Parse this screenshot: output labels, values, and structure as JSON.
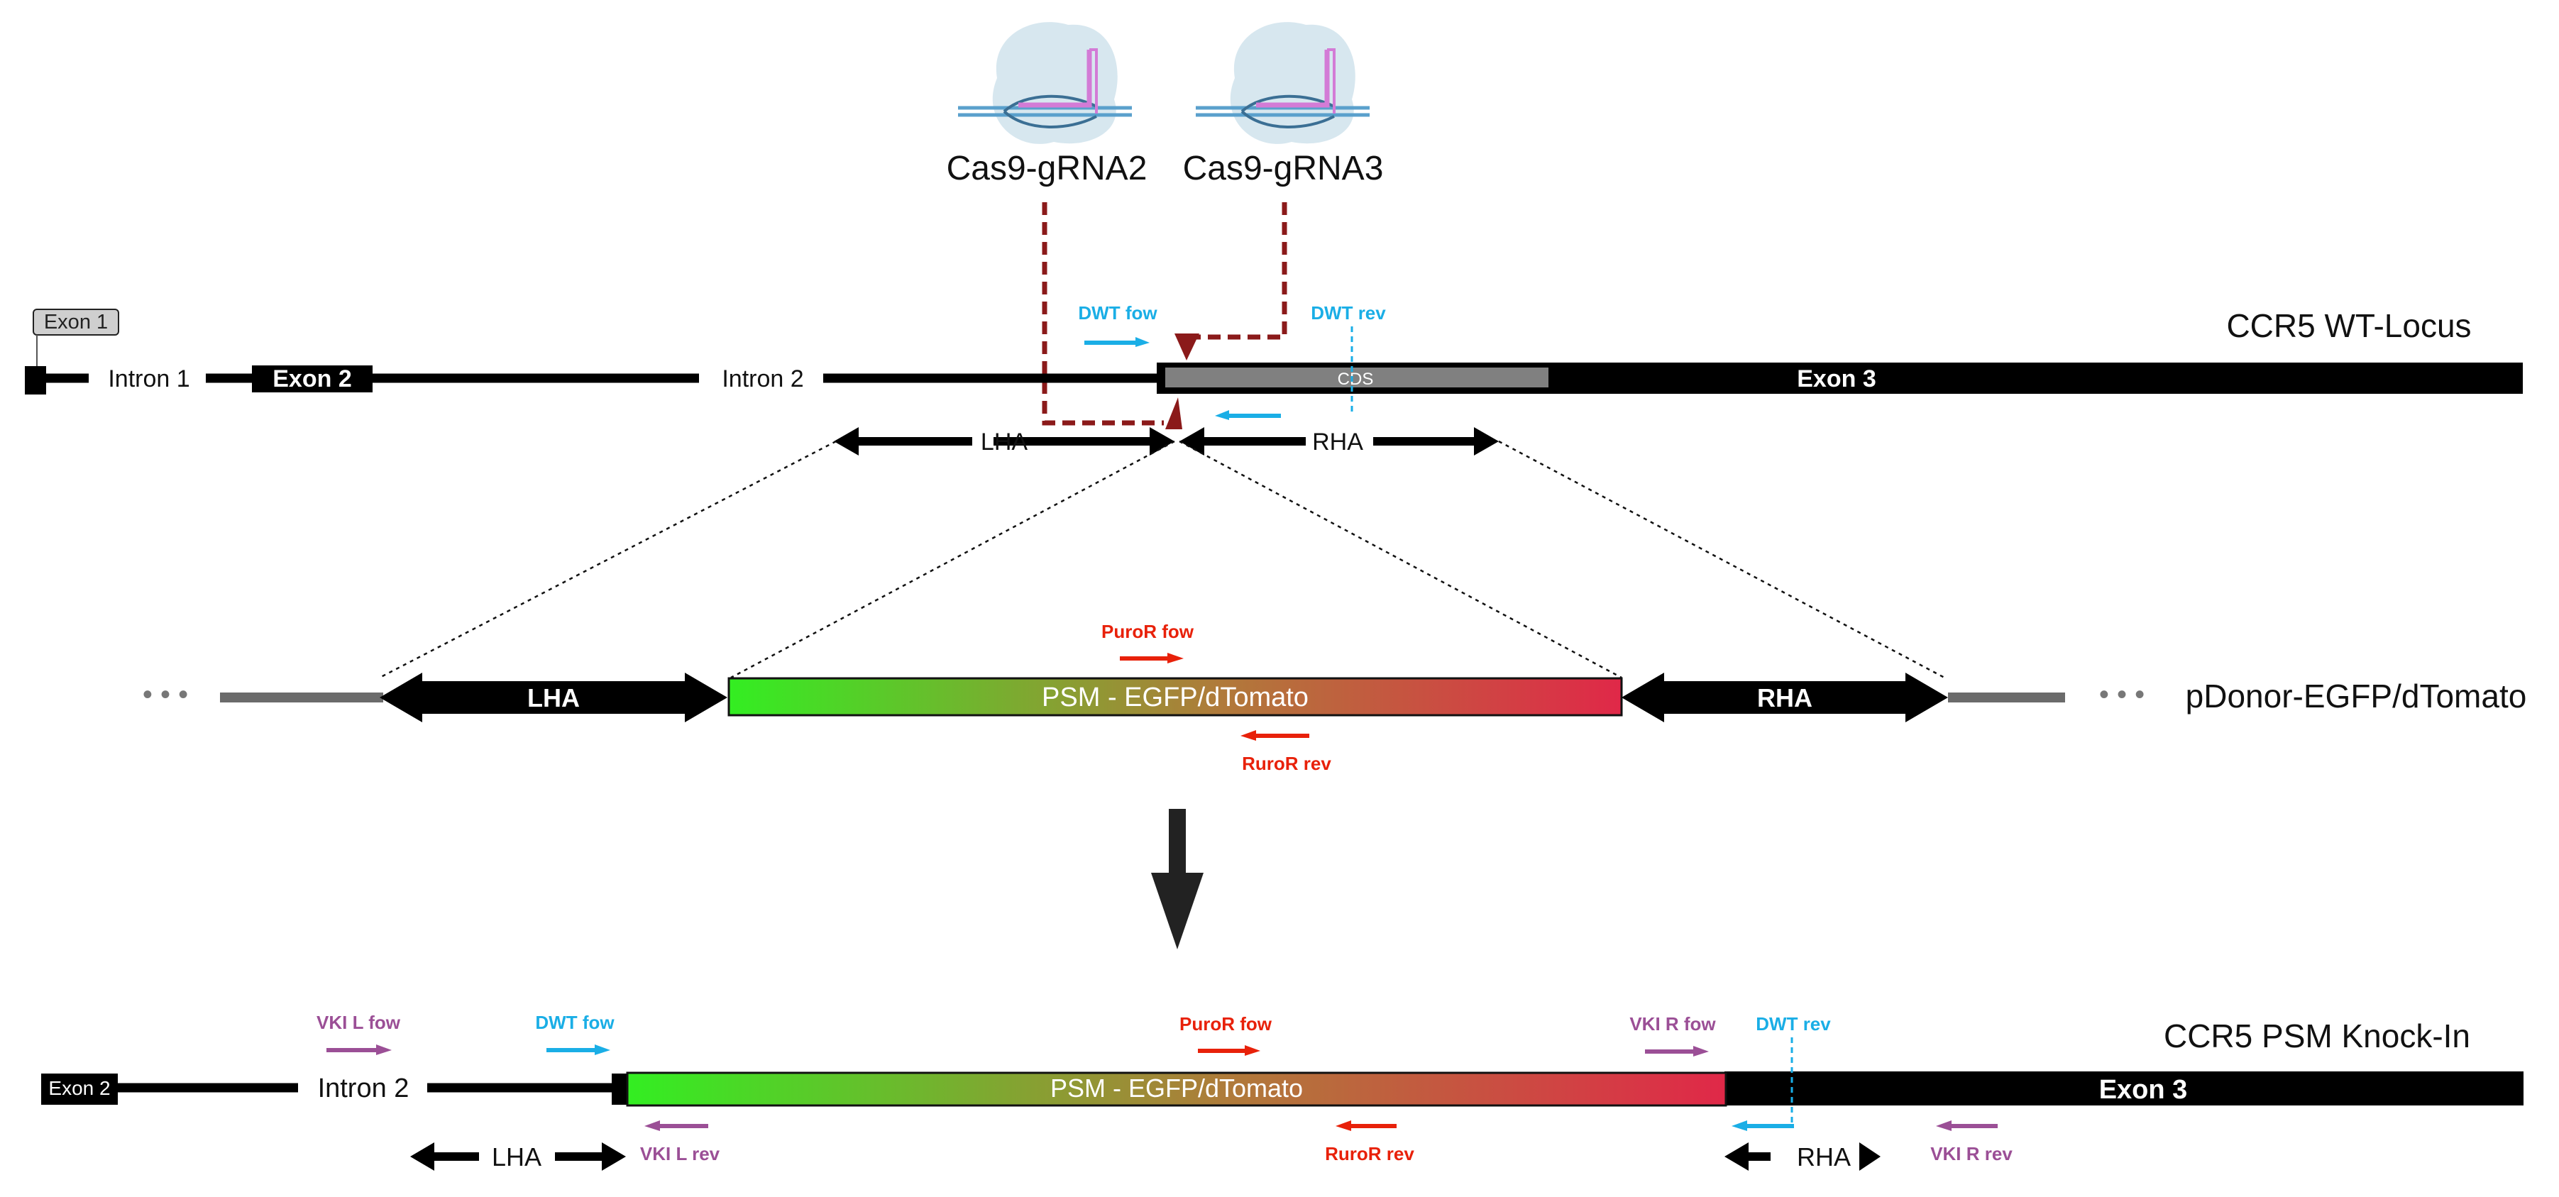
{
  "colors": {
    "black": "#000000",
    "gray": "#6b6b6b",
    "cds": "#808080",
    "red_cut": "#8b1a1a",
    "blue_primer": "#1aaee6",
    "red_primer": "#e8210a",
    "purple_primer": "#9b4f96",
    "gradient_start": "#33ee22",
    "gradient_mid": "#b07a3a",
    "gradient_end": "#e02848"
  },
  "cas9": [
    {
      "label": "Cas9-gRNA2",
      "icon": "cas9-complex-icon"
    },
    {
      "label": "Cas9-gRNA3",
      "icon": "cas9-complex-icon"
    }
  ],
  "wt_locus": {
    "title": "CCR5 WT-Locus",
    "exon1": "Exon 1",
    "intron1": "Intron 1",
    "exon2": "Exon 2",
    "intron2": "Intron 2",
    "cds": "CDS",
    "exon3": "Exon 3",
    "dwt_fow": "DWT fow",
    "dwt_rev": "DWT rev",
    "lha": "LHA",
    "rha": "RHA"
  },
  "donor": {
    "title": "pDonor-EGFP/dTomato",
    "ellipsis": "• • •",
    "lha": "LHA",
    "rha": "RHA",
    "insert": "PSM - EGFP/dTomato",
    "puro_fow": "PuroR fow",
    "puro_rev": "RuroR rev"
  },
  "knockin": {
    "title": "CCR5 PSM Knock-In",
    "exon2": "Exon 2",
    "intron2": "Intron 2",
    "insert": "PSM - EGFP/dTomato",
    "exon3": "Exon 3",
    "vki_l_fow": "VKI L fow",
    "vki_l_rev": "VKI L rev",
    "dwt_fow": "DWT fow",
    "dwt_rev": "DWT rev",
    "puro_fow": "PuroR fow",
    "puro_rev": "RuroR rev",
    "vki_r_fow": "VKI R fow",
    "vki_r_rev": "VKI R rev",
    "lha": "LHA",
    "rha": "RHA"
  }
}
